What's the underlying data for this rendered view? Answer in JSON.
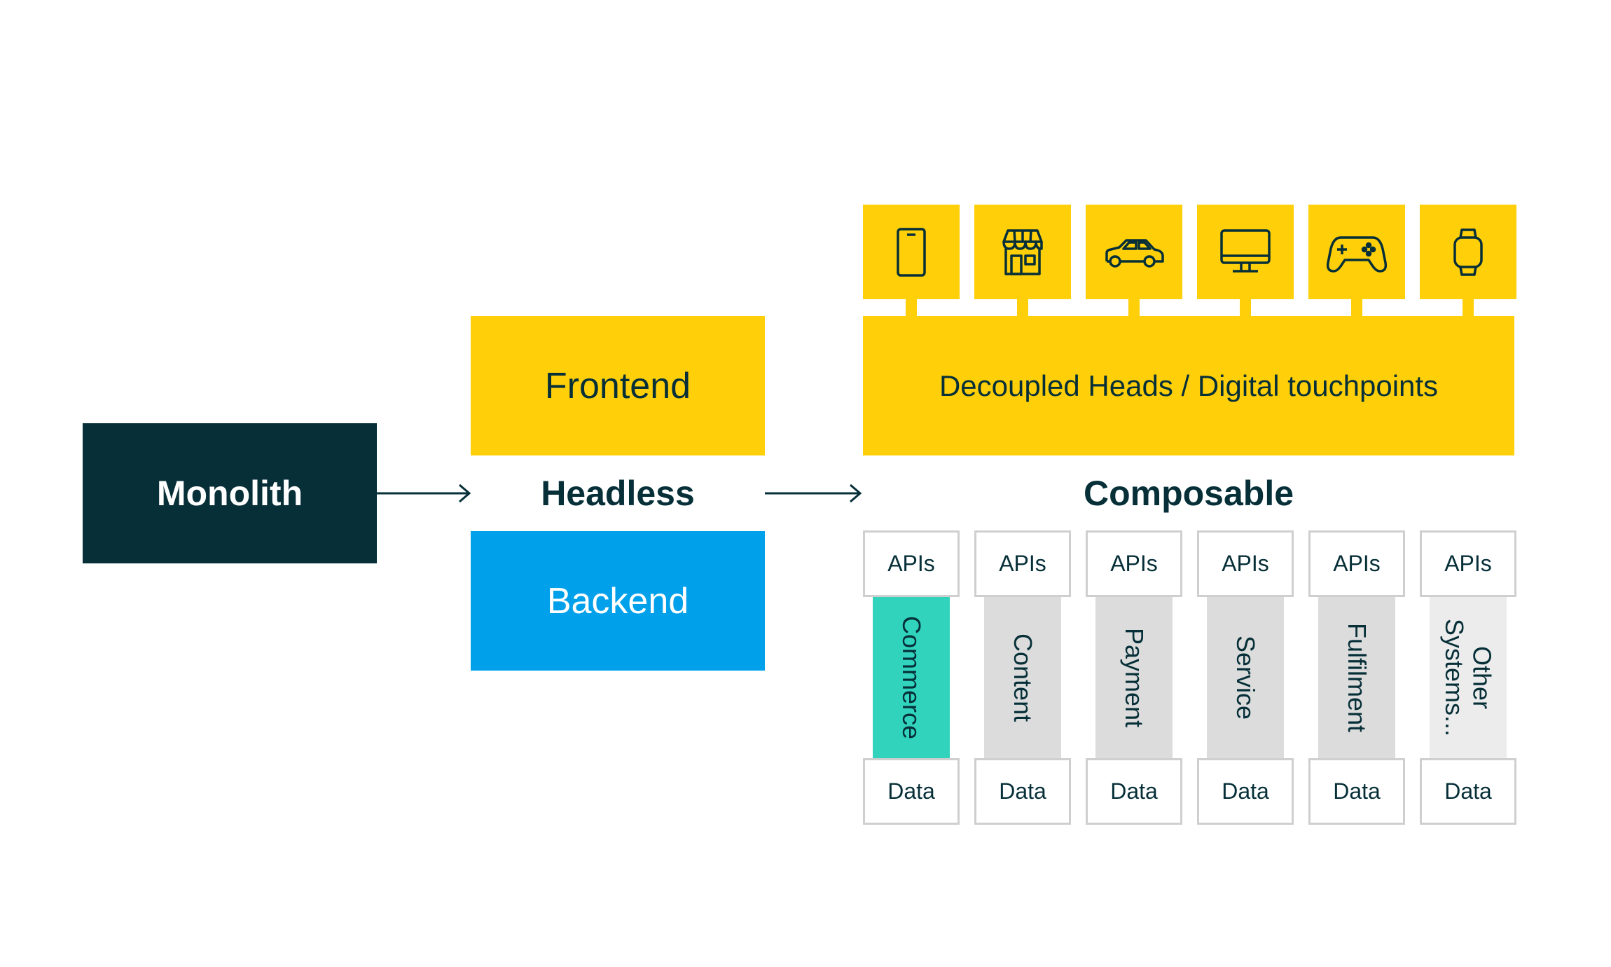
{
  "monolith": {
    "label": "Monolith"
  },
  "headless": {
    "title": "Headless",
    "frontend": "Frontend",
    "backend": "Backend"
  },
  "composable": {
    "title": "Composable",
    "heads_label": "Decoupled Heads / Digital touchpoints",
    "devices": [
      {
        "icon": "smartphone-icon"
      },
      {
        "icon": "storefront-icon"
      },
      {
        "icon": "car-icon"
      },
      {
        "icon": "desktop-monitor-icon"
      },
      {
        "icon": "gamepad-icon"
      },
      {
        "icon": "smartwatch-icon"
      }
    ],
    "columns": [
      {
        "api": "APIs",
        "system": "Commerce",
        "data": "Data"
      },
      {
        "api": "APIs",
        "system": "Content",
        "data": "Data"
      },
      {
        "api": "APIs",
        "system": "Payment",
        "data": "Data"
      },
      {
        "api": "APIs",
        "system": "Service",
        "data": "Data"
      },
      {
        "api": "APIs",
        "system": "Fulfilment",
        "data": "Data"
      },
      {
        "api": "APIs",
        "system": "Other\nSystems...",
        "data": "Data"
      }
    ]
  },
  "colors": {
    "dark_teal": "#062f38",
    "yellow": "#ffd009",
    "blue": "#00a0ea",
    "commerce_green": "#31d3bd",
    "system_gray": "#dcdcdc",
    "border_gray": "#cfcfcf"
  }
}
